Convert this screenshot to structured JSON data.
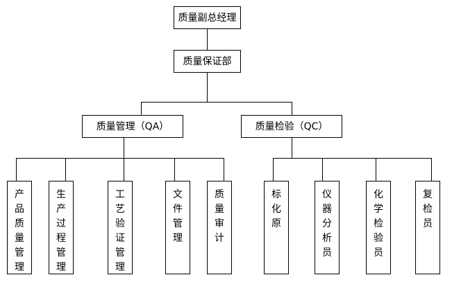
{
  "org_chart": {
    "root": {
      "label": "质量副总经理",
      "children": [
        {
          "label": "质量保证部",
          "children": [
            {
              "label": "质量管理（QA）",
              "children": [
                {
                  "label": "产品质量管理"
                },
                {
                  "label": "生产过程管理"
                },
                {
                  "label": "工艺验证管理"
                },
                {
                  "label": "文件管理"
                },
                {
                  "label": "质量审计"
                }
              ]
            },
            {
              "label": "质量检验（QC）",
              "children": [
                {
                  "label": "标化原"
                },
                {
                  "label": "仪器分析员"
                },
                {
                  "label": "化学检验员"
                },
                {
                  "label": "复检员"
                }
              ]
            }
          ]
        }
      ]
    }
  }
}
